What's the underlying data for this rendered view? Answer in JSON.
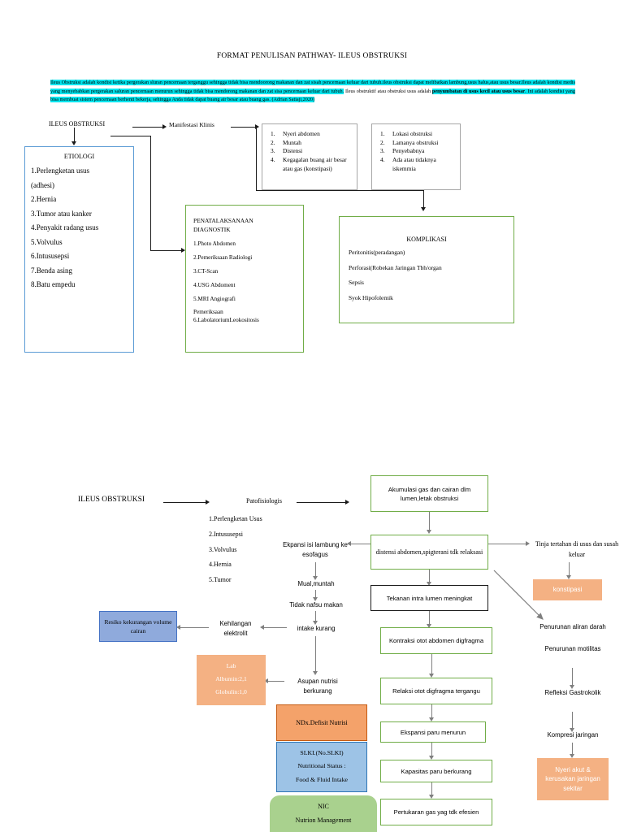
{
  "document": {
    "title": "FORMAT PENULISAN PATHWAY- ILEUS OBSTRUKSI"
  },
  "intro": {
    "seg1": "Ileus Obstruksi adalah kondisi ketika pergerakan sluran pencernaan terganggu sehingga tidak bisa mendoorong makanan dan zat sisah pencernaan keluar dari tubuh.ileus obstruksi dapat melibatkan lambung,usus halus,atau usus besar.Ileus adalah kondisi medis yang menyebabkan pergerakan saluran pencernaan menurun sehingga tidak bisa mendorong makanan dan zat sisa pencernaan keluar dari tubuh.",
    "seg2": " Ileus obstruktif atau obstruksi usus adalah ",
    "seg3_bold": "penyumbatan di usus kecil atau usus besar",
    "seg4": ". Ini adalah kondisi yang bisa membuat sistem pencernaan berhenti bekerja, sehingga Anda tidak dapat buang air besar atau buang gas. ",
    "seg5": "(Adrian Satiaji,2020)"
  },
  "top": {
    "root_label": "ILEUS OBSTRUKSI",
    "manifestasi_label": "Manifestasi Klinis",
    "etiologi": {
      "title": "ETIOLOGI",
      "items": [
        "1.Perlengketan      usus",
        "(adhesi)",
        "2.Hernia",
        "3.Tumor atau kanker",
        "4.Penyakit radang usus",
        "5.Volvulus",
        "6.Intususepsi",
        "7.Benda asing",
        "8.Batu empedu"
      ]
    },
    "manifestasi_box": {
      "items": [
        "Nyeri abdomen",
        "Muntah",
        "Distensi",
        "Kegagalan buang air besar atau gas (konstipasi)"
      ]
    },
    "faktor_box": {
      "items": [
        "Lokasi obstruksi",
        "Lamanya obstruksi",
        "Penyebabnya",
        "Ada atau tidaknya iskemmia"
      ]
    },
    "penatalaksanaan": {
      "title_line1": "PENATALAKSANAAN",
      "title_line2": "DIAGNOSTIK",
      "items": [
        "1.Photo Abdomen",
        "2.Pemeriksaan Radiologi",
        "3.CT-Scan",
        "4.USG Abdoment",
        "5.MRI Angiografi",
        "Pemeriksaan",
        "6.LabolatoriumLeokositosis"
      ]
    },
    "komplikasi": {
      "title": "KOMPLIKASI",
      "items": [
        "Peritonitis(peradangan)",
        "Perforasi(Robekan Jaringan Tbh/organ",
        "Sepsis",
        "Syok Hipofolemik"
      ]
    }
  },
  "bottom": {
    "root_label": "ILEUS OBSTRUKSI",
    "patofisiologis_label": "Patofisiologis",
    "causes": [
      "1.Perlengketan Usus",
      "2.Intususepsi",
      "3.Volvulus",
      "4.Hernia",
      "5.Tumor"
    ],
    "akumulasi": "Akumulasi gas dan cairan dlm lumen,letak obstruksi",
    "distensi": "distensi abdomen,spigterani tdk relaksasi",
    "tekanan": "Tekanan intra lumen meningkat",
    "kontraksi": "Kontraksi otot  abdomen digfragma",
    "relaksi": "Relaksi otot digfragma tergangu",
    "ekspansi_paru": "Ekspansi paru menurun",
    "kapasitas_paru": "Kapasitas paru berkurang",
    "pertukaran_gas": "Pertukaran gas yag tdk efesien",
    "ekspansi_lambung": "Ekpansi isi lambung ke esofagus",
    "mual_muntah": "Mual,muntah",
    "tidak_nafsu": "Tidak nafsu makan",
    "intake_kurang": "intake kurang",
    "kehilangan_elektrolit": "Kehilangan elektrolit",
    "asupan_nutrisi": "Asupan nutrisi berkurang",
    "resiko_cairan": "Resiko kekurangan volume cairan",
    "lab": {
      "title": "Lab",
      "albumin": "Albumin:2,1",
      "globulin": "Globulin:1,0"
    },
    "ndx": "NDx.Defisit Nutrisi",
    "slki": {
      "line1": "SLKI.(No.SLKI)",
      "line2": "Nutritional Status :",
      "line3": "Food & Fluid Intake"
    },
    "nic": {
      "line1": "NIC",
      "line2": "Nutrion Management"
    },
    "tinja": "Tinja tertahan di usus dan susah keluar",
    "konstipasi": "konstipasi",
    "penurunan_aliran": "Penurunan aliran darah",
    "penurunan_motilitas": "Penurunan motilitas",
    "refleksi": "Refleksi Gastrokolik",
    "kompresi": "Kompresi jaringan",
    "nyeri_akut": "Nyeri akut & kerusakan jaringan sekitar"
  },
  "colors": {
    "highlight": "#00E5EE",
    "blue_border": "#5B9BD5",
    "green_border": "#70AD47",
    "gray_border": "#A6A6A6",
    "fill_blue": "#8FAADC",
    "fill_orange": "#F4B183",
    "fill_orange_dark": "#F4A26A",
    "fill_blue_light": "#9DC3E6",
    "fill_green": "#A9D18E"
  }
}
